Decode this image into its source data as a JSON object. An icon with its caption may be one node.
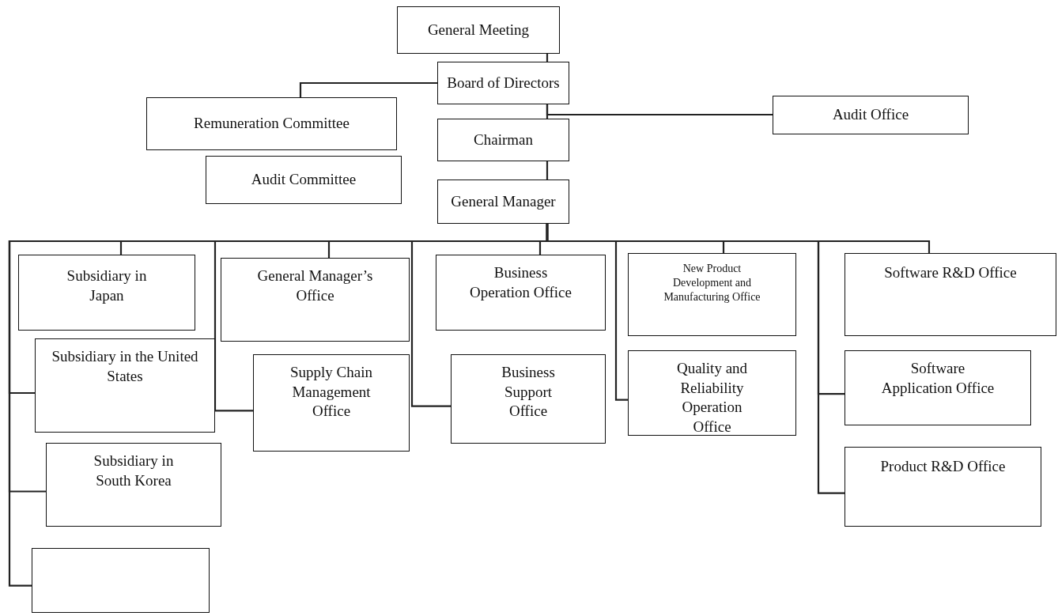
{
  "diagram": {
    "nodes": [
      {
        "text": [
          "General Meeting"
        ]
      },
      {
        "text": [
          "Board of Directors"
        ]
      },
      {
        "text": [
          "Remuneration Committee"
        ]
      },
      {
        "text": [
          "Audit Committee"
        ]
      },
      {
        "text": [
          "Audit Office"
        ]
      },
      {
        "text": [
          "Chairman"
        ]
      },
      {
        "text": [
          "General Manager"
        ]
      },
      {
        "text": [
          "Subsidiary in Japan"
        ]
      },
      {
        "text": [
          "Subsidiary in the United States"
        ]
      },
      {
        "text": [
          "Subsidiary in South Korea"
        ]
      },
      {
        "text": [],
        "shape": "box"
      },
      {
        "text": [
          "General Manager’s Office"
        ]
      },
      {
        "text": [
          "Supply Chain Management Office"
        ]
      },
      {
        "text": [
          "Business Operation Office"
        ]
      },
      {
        "text": [
          "Business Support Office"
        ]
      },
      {
        "text": [
          "New Product Development and Manufacturing Office"
        ]
      },
      {
        "text": [
          "Quality and Reliability Operation Office"
        ]
      },
      {
        "text": [
          "Software R&D Office"
        ]
      },
      {
        "text": [
          "Software Application Office"
        ]
      },
      {
        "text": [
          "Product R&D Office"
        ]
      }
    ],
    "edges": [
      {
        "from": 0,
        "to": 1,
        "arrow": "none"
      },
      {
        "from": 1,
        "to": 2,
        "arrow": "none"
      },
      {
        "from": 1,
        "to": 4,
        "arrow": "none"
      },
      {
        "from": 1,
        "to": 5,
        "arrow": "none"
      },
      {
        "from": 5,
        "to": 6,
        "arrow": "none"
      },
      {
        "from": 6,
        "to": 7,
        "arrow": "none"
      },
      {
        "from": 6,
        "to": 8,
        "arrow": "none"
      },
      {
        "from": 6,
        "to": 9,
        "arrow": "none"
      },
      {
        "from": 6,
        "to": 10,
        "arrow": "none"
      },
      {
        "from": 6,
        "to": 11,
        "arrow": "none"
      },
      {
        "from": 6,
        "to": 12,
        "arrow": "none"
      },
      {
        "from": 6,
        "to": 13,
        "arrow": "none"
      },
      {
        "from": 6,
        "to": 14,
        "arrow": "none"
      },
      {
        "from": 6,
        "to": 15,
        "arrow": "none"
      },
      {
        "from": 6,
        "to": 16,
        "arrow": "none"
      },
      {
        "from": 6,
        "to": 17,
        "arrow": "none"
      },
      {
        "from": 6,
        "to": 18,
        "arrow": "none"
      },
      {
        "from": 6,
        "to": 19,
        "arrow": "none"
      }
    ]
  }
}
